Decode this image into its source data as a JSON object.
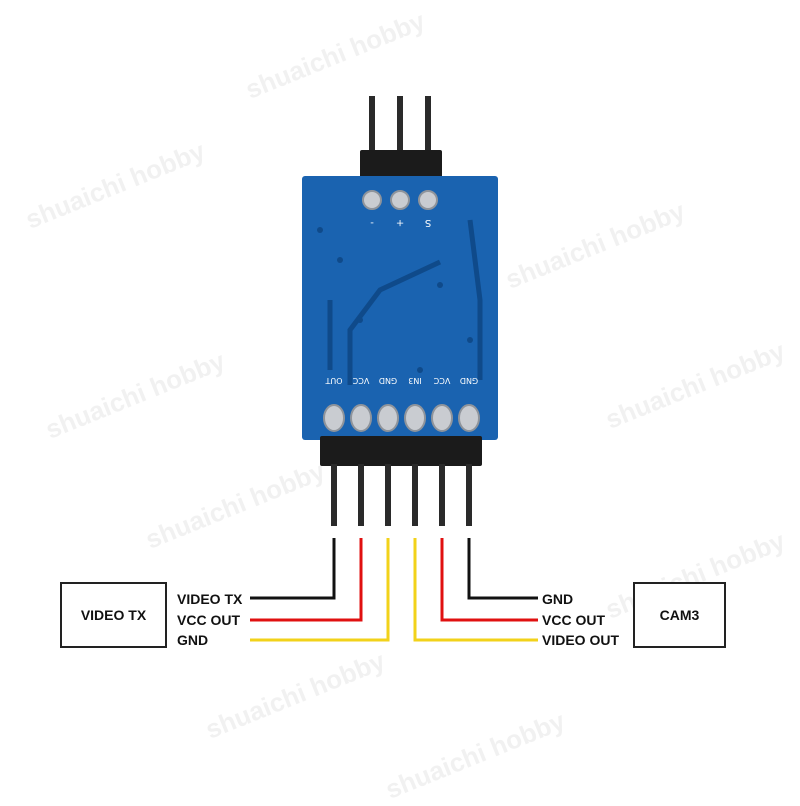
{
  "watermark": "shuaichi hobby",
  "board": {
    "top_pin_labels": [
      "-",
      "+",
      "S"
    ],
    "bottom_pin_labels": [
      "OUT",
      "VCC",
      "GND",
      "IN3",
      "VCC",
      "GND"
    ]
  },
  "left_device": {
    "name": "VIDEO TX",
    "wires": [
      "VIDEO TX",
      "VCC OUT",
      "GND"
    ]
  },
  "right_device": {
    "name": "CAM3",
    "wires": [
      "GND",
      "VCC OUT",
      "VIDEO OUT"
    ]
  },
  "colors": {
    "pcb": "#1a63b0",
    "pcb_dark": "#0f4a8a",
    "solder": "#c9ccd1",
    "header": "#1b1b1b",
    "pin": "#2a2a2a",
    "wire_black": "#111111",
    "wire_red": "#e01010",
    "wire_yellow": "#f2d21a"
  }
}
